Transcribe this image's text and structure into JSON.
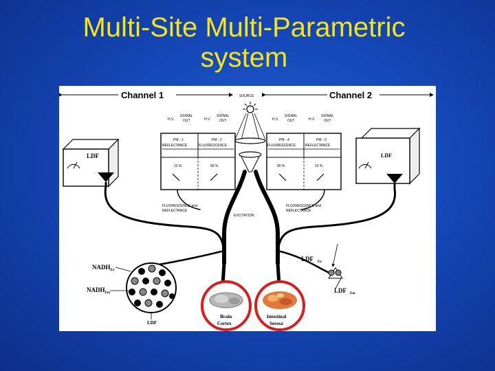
{
  "slide": {
    "title_line1": "Multi-Site Multi-Parametric",
    "title_line2": "system"
  },
  "diagram": {
    "channel1": "Channel 1",
    "channel2": "Channel 2",
    "source": "SOURCE",
    "hv": "H.V.",
    "signal": "SIGNAL",
    "out": "OUT",
    "pm1": "PM - 1",
    "pm2": "PM - 2",
    "pm3": "PM - 3",
    "pm4": "PM - 4",
    "reflectance": "REFLECTANCE",
    "fluorescence": "FLUORESCENCE",
    "pct10": "10 %",
    "pct90": "90 %",
    "ldf": "LDF",
    "fl_and": "FLUORESCENCE   and",
    "fl_and_right": "FLUORESCENCE   and",
    "refl_lower": "REFLECTANCE",
    "excitation": "EXCITATION",
    "nadh_ex": "NADH",
    "sub_ex": "Ex",
    "nadh_em": "NADH",
    "sub_em": "Em",
    "ldf_small": "LDF",
    "ldf_ex": "LDF",
    "ldf_ex_sub": "Ex",
    "ldf_em": "LDF",
    "ldf_em_sub": "Em",
    "brain1": "Brain",
    "brain2": "Cortex",
    "intestinal1": "Intestinal",
    "intestinal2": "Serosa"
  },
  "colors": {
    "title": "#f5e51a",
    "background": "#1548b8",
    "circle_outline": "#d81f1f"
  }
}
